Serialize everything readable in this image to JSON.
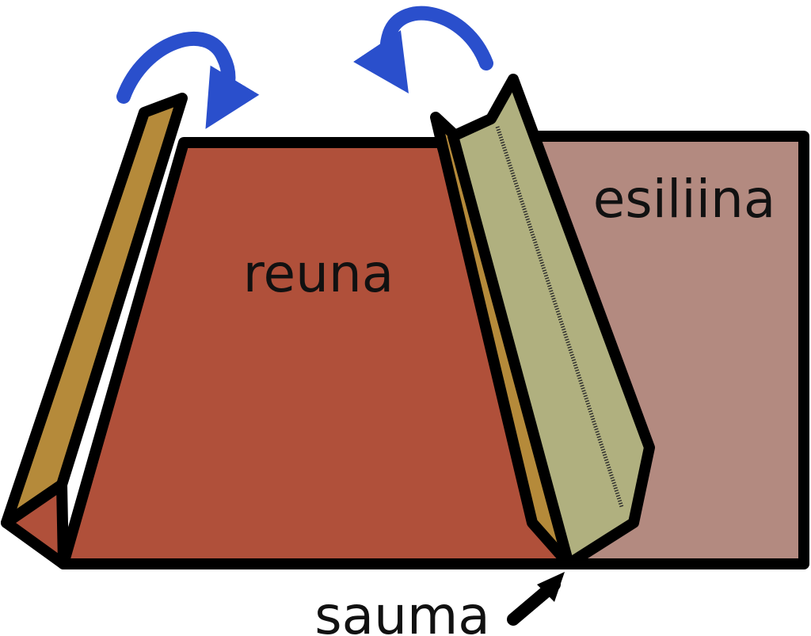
{
  "labels": {
    "edge": "reuna",
    "apron": "esiliina",
    "seam": "sauma"
  },
  "colors": {
    "edge_fill": "#b0503a",
    "apron_fill": "#b38a80",
    "fold_left_fill": "#b58a3a",
    "fold_right_fill": "#b0b07f",
    "fold_inner_fill": "#b58a3a",
    "arrow": "#2a4fcc",
    "outline": "#000000"
  },
  "icons": {
    "fold_arrows": [
      "curved-arrow-right-icon",
      "curved-arrow-left-icon"
    ],
    "pointer": "pointer-arrow-icon"
  }
}
